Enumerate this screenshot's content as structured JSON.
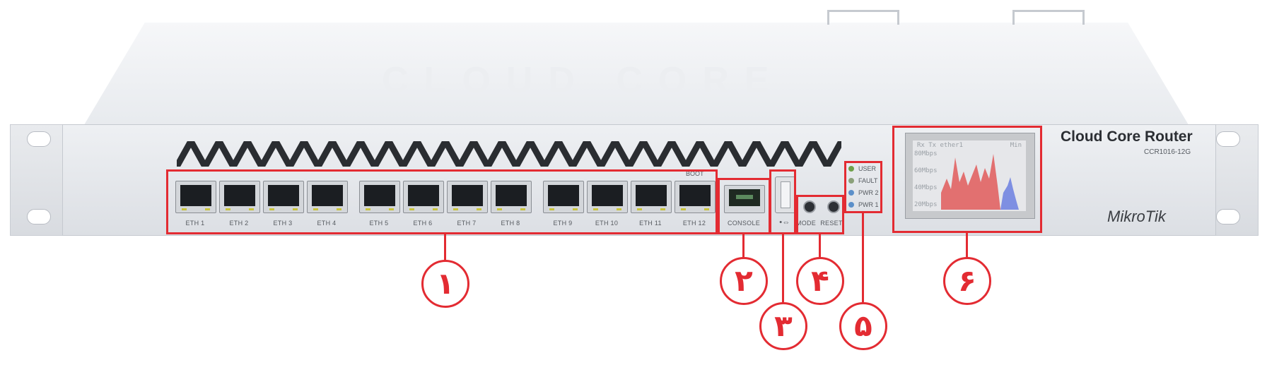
{
  "brand": {
    "product": "Cloud Core Router",
    "model": "CCR1016-12G",
    "logo": "MikroTik",
    "top_embossed": "CLOUD CORE"
  },
  "ports": {
    "boot_label": "BOOT",
    "ethernet": [
      "ETH 1",
      "ETH 2",
      "ETH 3",
      "ETH 4",
      "ETH 5",
      "ETH 6",
      "ETH 7",
      "ETH 8",
      "ETH 9",
      "ETH 10",
      "ETH 11",
      "ETH 12"
    ],
    "console": "CONSOLE",
    "usb_symbol": "•⇔"
  },
  "buttons": {
    "mode": "MODE",
    "reset": "RESET"
  },
  "leds": [
    {
      "label": "USER",
      "color": "#6fa04a"
    },
    {
      "label": "FAULT",
      "color": "#8aa07a"
    },
    {
      "label": "PWR 2",
      "color": "#5b8fc9"
    },
    {
      "label": "PWR 1",
      "color": "#5b8fc9"
    }
  ],
  "lcd": {
    "header": "Rx  Tx  ether1",
    "header_right": "Min",
    "scale": [
      "80Mbps",
      "60Mbps",
      "40Mbps",
      "20Mbps"
    ]
  },
  "callouts": [
    "١",
    "٢",
    "٣",
    "۴",
    "۵",
    "۶"
  ],
  "colors": {
    "highlight": "#e32b32",
    "chassis": "#e3e6ea"
  }
}
